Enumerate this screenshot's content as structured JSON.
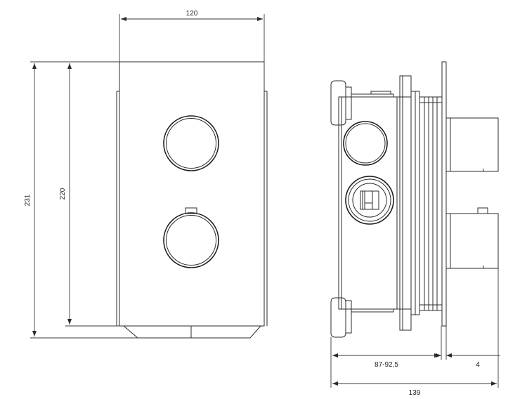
{
  "dimensions": {
    "front_width": "120",
    "front_total_height": "231",
    "front_plate_height": "220",
    "side_body_depth": "87-92,5",
    "side_plate_thickness": "4",
    "side_total_depth": "139"
  },
  "colors": {
    "line": "#2b2b2b",
    "background": "#ffffff"
  }
}
